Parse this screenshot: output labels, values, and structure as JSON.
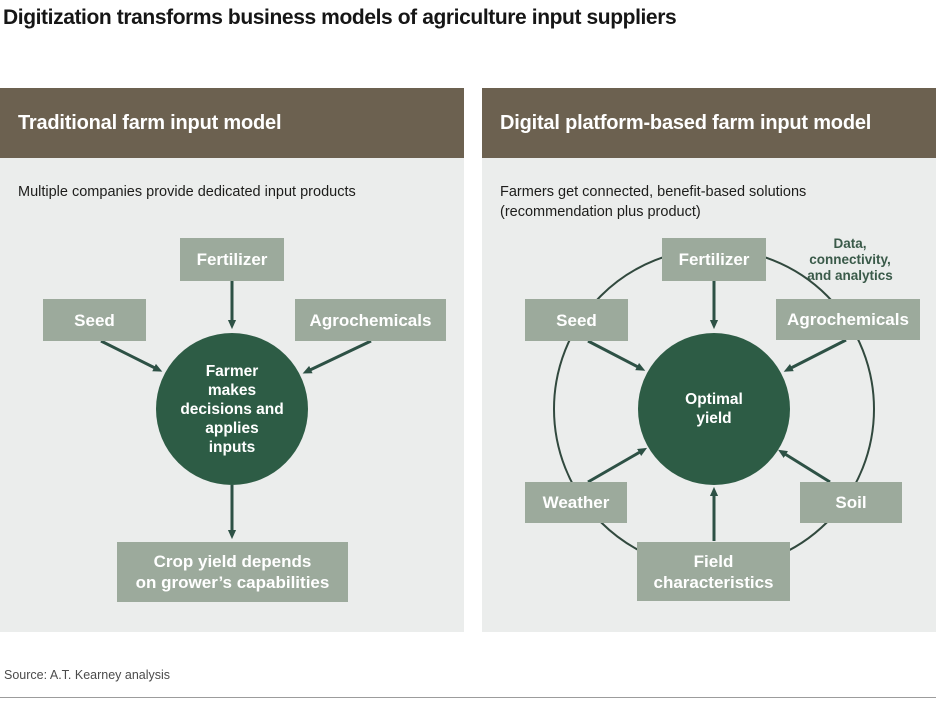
{
  "title": "Digitization transforms business models of agriculture input suppliers",
  "source": "Source: A.T. Kearney analysis",
  "colors": {
    "header_brown": "#6c6150",
    "panel_background": "#ebedec",
    "input_box_sage": "#9caa9c",
    "hub_circle_green": "#2d5c45",
    "arrow_green": "#2d5145",
    "annotation_green": "#3a5a49"
  },
  "panels": {
    "traditional": {
      "header": "Traditional farm input model",
      "subtitle": "Multiple companies provide dedicated input products",
      "boxes": {
        "fertilizer": "Fertilizer",
        "seed": "Seed",
        "agrochemicals": "Agrochemicals",
        "outcome": "Crop yield depends\non grower’s capabilities"
      },
      "hub": "Farmer\nmakes\ndecisions and\napplies\ninputs"
    },
    "digital": {
      "header": "Digital platform-based farm input model",
      "subtitle": "Farmers get connected, benefit-based solutions\n(recommendation plus product)",
      "annotation": "Data,\nconnectivity,\nand analytics",
      "boxes": {
        "fertilizer": "Fertilizer",
        "seed": "Seed",
        "agrochemicals": "Agrochemicals",
        "weather": "Weather",
        "soil": "Soil",
        "field": "Field\ncharacteristics"
      },
      "hub": "Optimal\nyield"
    }
  }
}
